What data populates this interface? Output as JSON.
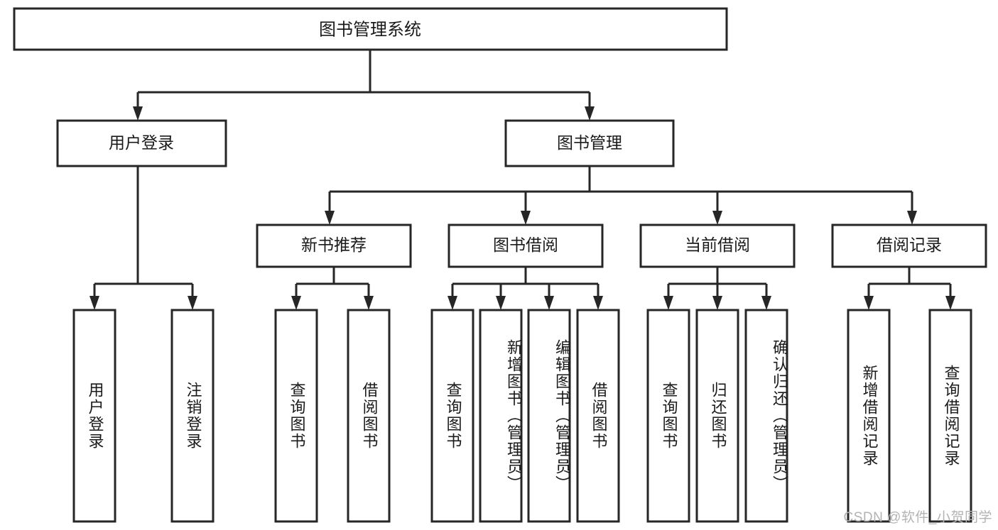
{
  "diagram": {
    "type": "tree-flowchart",
    "title": "图书管理系统",
    "watermark": "CSDN @软件_小贺同学",
    "colors": {
      "box_fill": "#ffffff",
      "box_stroke": "#262626",
      "connector": "#262626",
      "text": "#1a1a1a",
      "watermark": "#b3b3b3",
      "background": "#ffffff"
    },
    "root": {
      "label": "图书管理系统"
    },
    "level2": [
      {
        "label": "用户登录"
      },
      {
        "label": "图书管理"
      }
    ],
    "level3": [
      {
        "label": "新书推荐"
      },
      {
        "label": "图书借阅"
      },
      {
        "label": "当前借阅"
      },
      {
        "label": "借阅记录"
      }
    ],
    "leaves": {
      "user_login": [
        {
          "label": "用户登录"
        },
        {
          "label": "注销登录"
        }
      ],
      "new_book_recommend": [
        {
          "label": "查询图书"
        },
        {
          "label": "借阅图书"
        }
      ],
      "book_borrow": [
        {
          "label": "查询图书"
        },
        {
          "label": "新增图书（管理员）"
        },
        {
          "label": "编辑图书（管理员）"
        },
        {
          "label": "借阅图书"
        }
      ],
      "current_borrow": [
        {
          "label": "查询图书"
        },
        {
          "label": "归还图书"
        },
        {
          "label": "确认归还（管理员）"
        }
      ],
      "borrow_record": [
        {
          "label": "新增借阅记录"
        },
        {
          "label": "查询借阅记录"
        }
      ]
    }
  }
}
